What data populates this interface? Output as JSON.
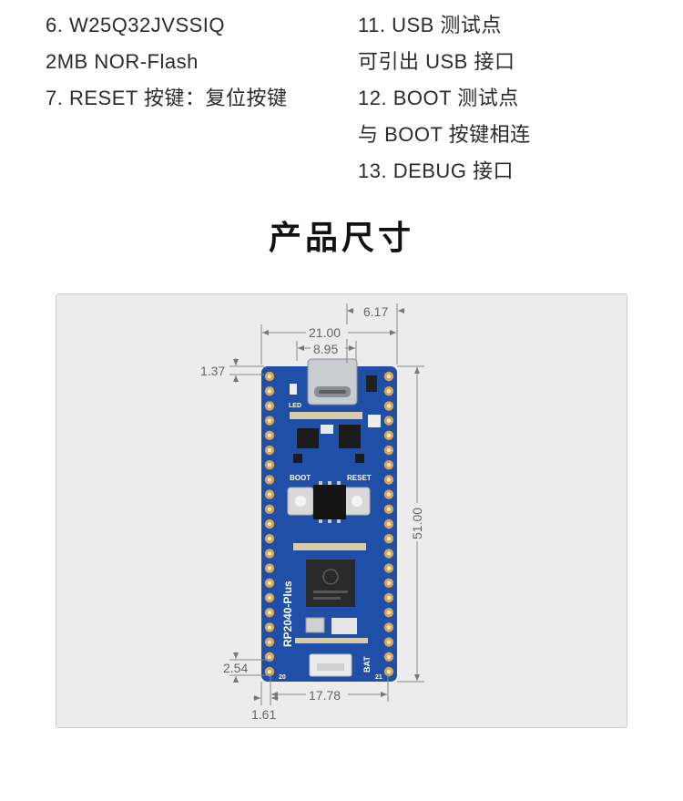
{
  "left_list": [
    "6. W25Q32JVSSIQ",
    "2MB NOR-Flash",
    "7. RESET 按键：复位按键"
  ],
  "right_list": [
    "11. USB 测试点",
    "可引出 USB 接口",
    "12. BOOT 测试点",
    "与 BOOT 按键相连",
    "13. DEBUG 接口"
  ],
  "heading": "产品尺寸",
  "dimensions": {
    "d_6_17": "6.17",
    "d_21_00": "21.00",
    "d_8_95": "8.95",
    "d_1_37": "1.37",
    "d_51_00": "51.00",
    "d_2_54": "2.54",
    "d_17_78": "17.78",
    "d_1_61": "1.61"
  },
  "board": {
    "name": "RP2040-Plus",
    "led_label": "LED",
    "boot_label": "BOOT",
    "reset_label": "RESET",
    "bat_label": "BAT",
    "pin_20": "20",
    "pin_21": "21",
    "pcb_color": "#1f4fa6",
    "pad_color": "#d9a34f"
  }
}
